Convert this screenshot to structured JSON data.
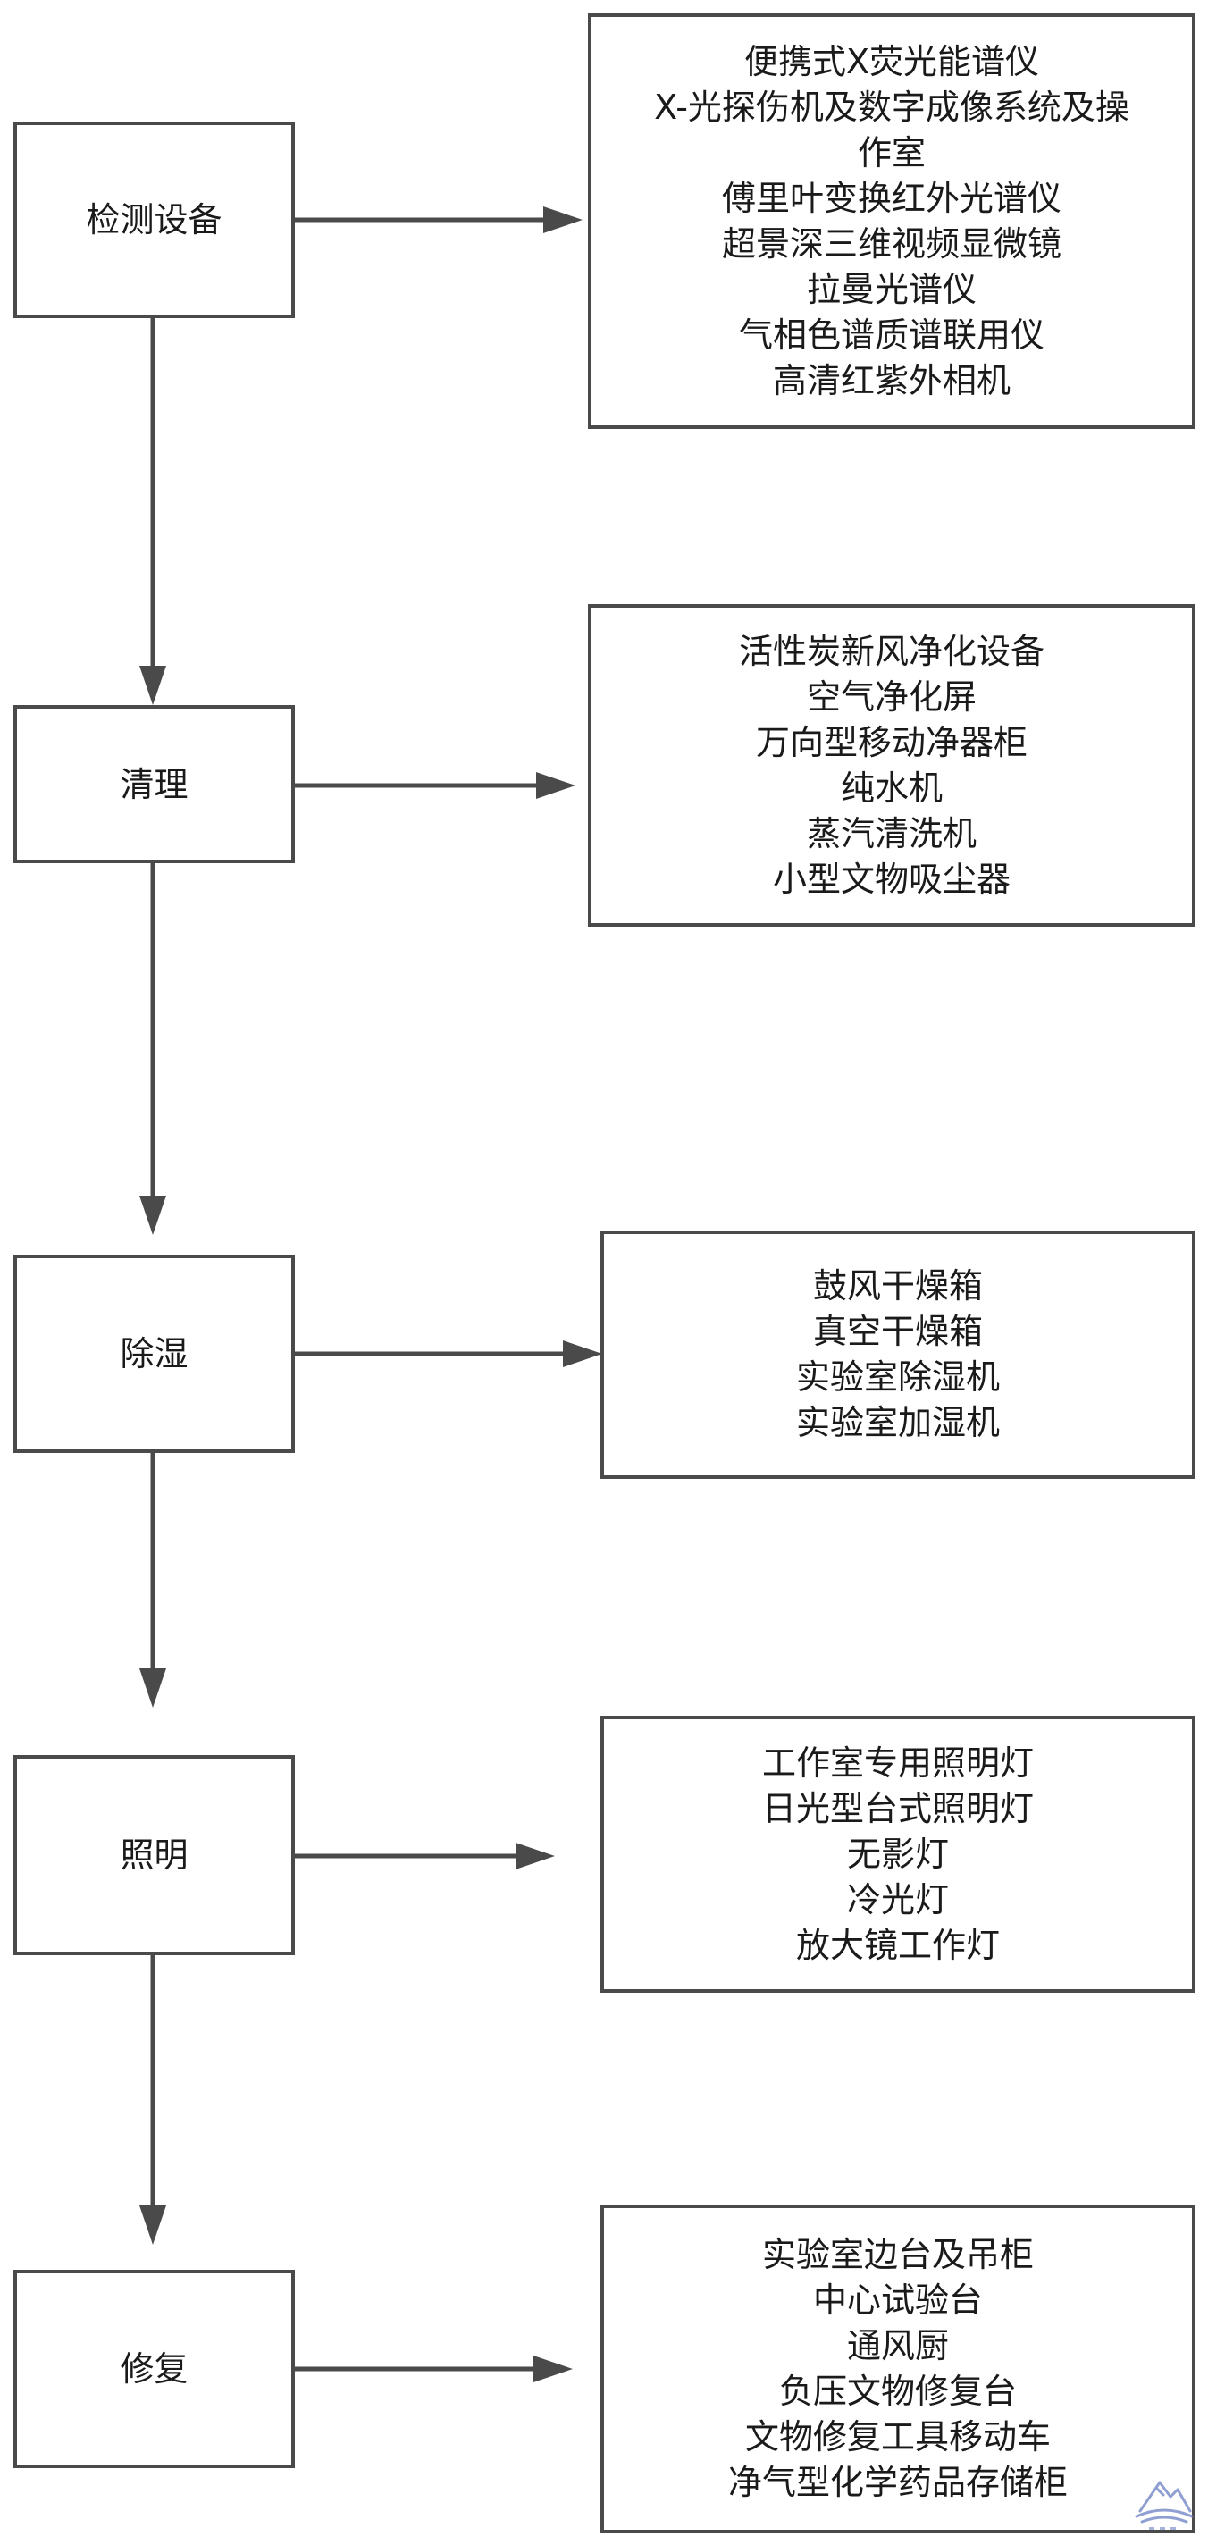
{
  "stages": [
    {
      "id": "detection",
      "label": "检测设备",
      "items": [
        "便携式X荧光能谱仪",
        "X-光探伤机及数字成像系统及操作室",
        "傅里叶变换红外光谱仪",
        "超景深三维视频显微镜",
        "拉曼光谱仪",
        "气相色谱质谱联用仪",
        "高清红紫外相机"
      ]
    },
    {
      "id": "cleaning",
      "label": "清理",
      "items": [
        "活性炭新风净化设备",
        "空气净化屏",
        "万向型移动净器柜",
        "纯水机",
        "蒸汽清洗机",
        "小型文物吸尘器"
      ]
    },
    {
      "id": "dehumidify",
      "label": "除湿",
      "items": [
        "鼓风干燥箱",
        "真空干燥箱",
        "实验室除湿机",
        "实验室加湿机"
      ]
    },
    {
      "id": "lighting",
      "label": "照明",
      "items": [
        "工作室专用照明灯",
        "日光型台式照明灯",
        "无影灯",
        "冷光灯",
        "放大镜工作灯"
      ]
    },
    {
      "id": "restoration",
      "label": "修复",
      "items": [
        "实验室边台及吊柜",
        "中心试验台",
        "通风厨",
        "负压文物修复台",
        "文物修复工具移动车",
        "净气型化学药品存储柜"
      ]
    }
  ],
  "colors": {
    "line": "#4a4a4a",
    "text": "#1a1a1a",
    "background": "#ffffff",
    "watermark": "#6b7fc4"
  },
  "icons": {
    "watermark": "mountain-logo-icon"
  }
}
